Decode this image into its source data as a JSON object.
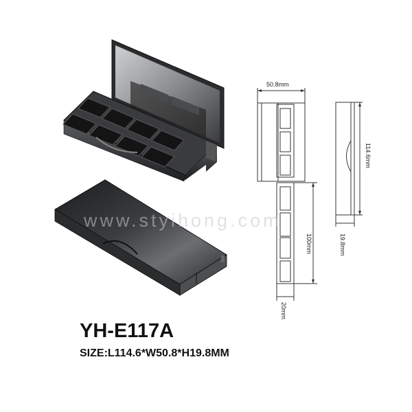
{
  "product": {
    "model": "YH-E117A",
    "size": "SIZE:L114.6*W50.8*H19.8MM"
  },
  "watermark": "www.styihong.com",
  "dimensions": {
    "width": "50.8mm",
    "length": "114.6mm",
    "pan_length": "100mm",
    "height": "19.8mm",
    "tail": "20mm"
  },
  "colors": {
    "case": "#2e2f31",
    "highlight": "#8c8e92",
    "line": "#333333"
  }
}
